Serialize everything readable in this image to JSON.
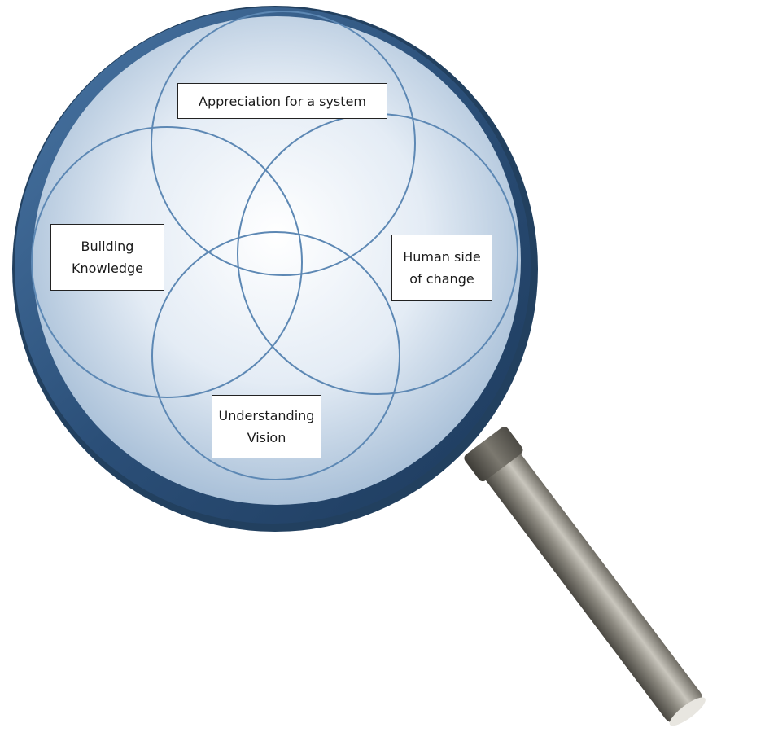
{
  "diagram": {
    "labels": {
      "appreciation": "Appreciation for a system",
      "building": "Building\nKnowledge",
      "human": "Human side\nof change",
      "vision": "Understanding\nVision"
    },
    "colors": {
      "rim": "#2b4f78",
      "rim_highlight": "#4a77a6",
      "lens_center": "#ffffff",
      "lens_edge": "#a9c0d8",
      "circle_stroke": "#5d88b4",
      "handle_dark": "#5e5b53",
      "handle_light": "#b8b4aa"
    },
    "icons": {
      "magnifier": "magnifying-glass-icon"
    }
  }
}
